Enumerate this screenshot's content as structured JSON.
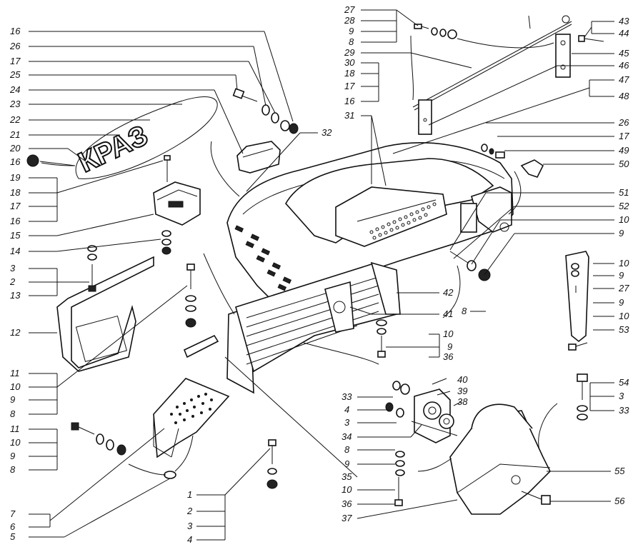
{
  "logo_text": "КРАЗ",
  "labels": {
    "left": [
      "16",
      "26",
      "17",
      "25",
      "24",
      "23",
      "22",
      "21",
      "20",
      "16",
      "19",
      "18",
      "17",
      "16",
      "15",
      "14",
      "3",
      "2",
      "13",
      "12",
      "11",
      "10",
      "9",
      "8",
      "11",
      "10",
      "9",
      "8",
      "7",
      "6",
      "5"
    ],
    "bottom_center": [
      "1",
      "2",
      "3",
      "4"
    ],
    "top_center": [
      "27",
      "28",
      "9",
      "8",
      "29",
      "30",
      "18",
      "17",
      "16",
      "31",
      "32"
    ],
    "top_right": [
      "43",
      "44",
      "45",
      "46",
      "47",
      "48"
    ],
    "right": [
      "26",
      "17",
      "49",
      "50",
      "51",
      "52",
      "10",
      "9",
      "10",
      "9",
      "27",
      "9",
      "10",
      "53",
      "42",
      "41",
      "8",
      "10",
      "9",
      "36"
    ],
    "lower_right": [
      "40",
      "39",
      "33",
      "4",
      "3",
      "34",
      "38",
      "8",
      "9",
      "10",
      "36",
      "35",
      "37",
      "54",
      "3",
      "33",
      "55",
      "56"
    ]
  }
}
